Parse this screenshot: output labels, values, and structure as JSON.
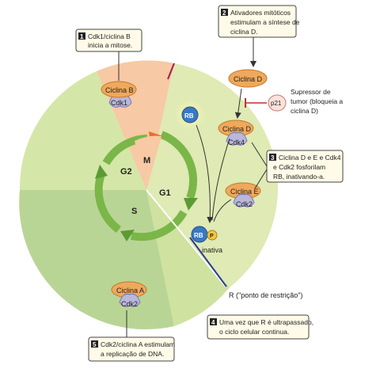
{
  "phases": {
    "m": "M",
    "g1": "G1",
    "s": "S",
    "g2": "G2"
  },
  "molecules": {
    "ciclina_b": "Ciclina B",
    "cdk1": "Cdk1",
    "ciclina_d_top": "Ciclina D",
    "p21": "p21",
    "ciclina_d": "Ciclina D",
    "cdk4": "Cdk4",
    "ciclina_e": "Ciclina E",
    "cdk2_e": "Cdk2",
    "ciclina_a": "Ciclina A",
    "cdk2_a": "Cdk2",
    "rb_active": "RB",
    "rb_inactive": "RB",
    "phosphate": "P",
    "inativa": "inativa"
  },
  "callouts": [
    {
      "num": "1",
      "lines": [
        "Cdk1/ciclina B",
        "inicia a mitose."
      ]
    },
    {
      "num": "2",
      "lines": [
        "Ativadores mitóticos",
        "estimulam a síntese de",
        "ciclina D."
      ]
    },
    {
      "num": "3",
      "lines": [
        "Ciclina D e E e Cdk4",
        "e Cdk2 fosforilam",
        "RB, inativando-a."
      ]
    },
    {
      "num": "4",
      "lines": [
        "Uma vez que R é ultrapassado,",
        "o ciclo celular continua."
      ]
    },
    {
      "num": "5",
      "lines": [
        "Cdk2/ciclina A estimulam",
        "a replicação de DNA."
      ]
    }
  ],
  "labels": {
    "supressor": [
      "Supressor de",
      "tumor (bloqueia a",
      "ciclina D)"
    ],
    "r_point": "R (\"ponto de restrição\")"
  },
  "colors": {
    "g1_sector": "#d6e6a6",
    "s_sector": "#b9d595",
    "g2_sector": "#d9e9b3",
    "m_sector": "#f6c8a6",
    "arrow_green": "#7ab648",
    "cyclin_orange": "#f0a85a",
    "cdk_purple": "#b9b7dc",
    "rb_blue": "#3a78c2"
  }
}
